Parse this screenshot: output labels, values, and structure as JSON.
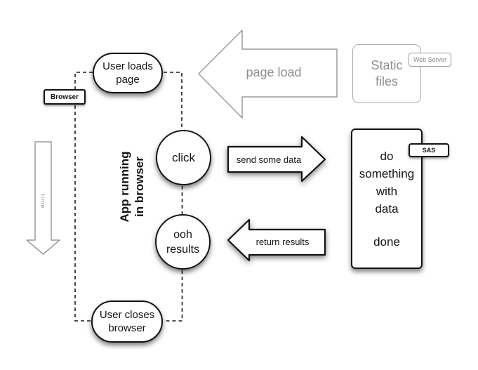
{
  "nodes": {
    "user_loads_page": "User loads\npage",
    "click": "click",
    "ooh_results": "ooh\nresults",
    "user_closes_browser": "User closes\nbrowser",
    "static_files": "Static\nfiles",
    "process_steps": "do\nsomething\nwith\ndata",
    "process_done": "done",
    "app_running": "App running\nin browser"
  },
  "tags": {
    "browser": "Browser",
    "web_server": "Web Server",
    "sas": "SAS"
  },
  "arrows": {
    "page_load": "page load",
    "send_data": "send some data",
    "return_results": "return results",
    "time": "time"
  },
  "colors": {
    "ink": "#141414",
    "muted_stroke": "#9c9c9c",
    "muted_text": "#8f8f8f",
    "background": "#ffffff"
  }
}
